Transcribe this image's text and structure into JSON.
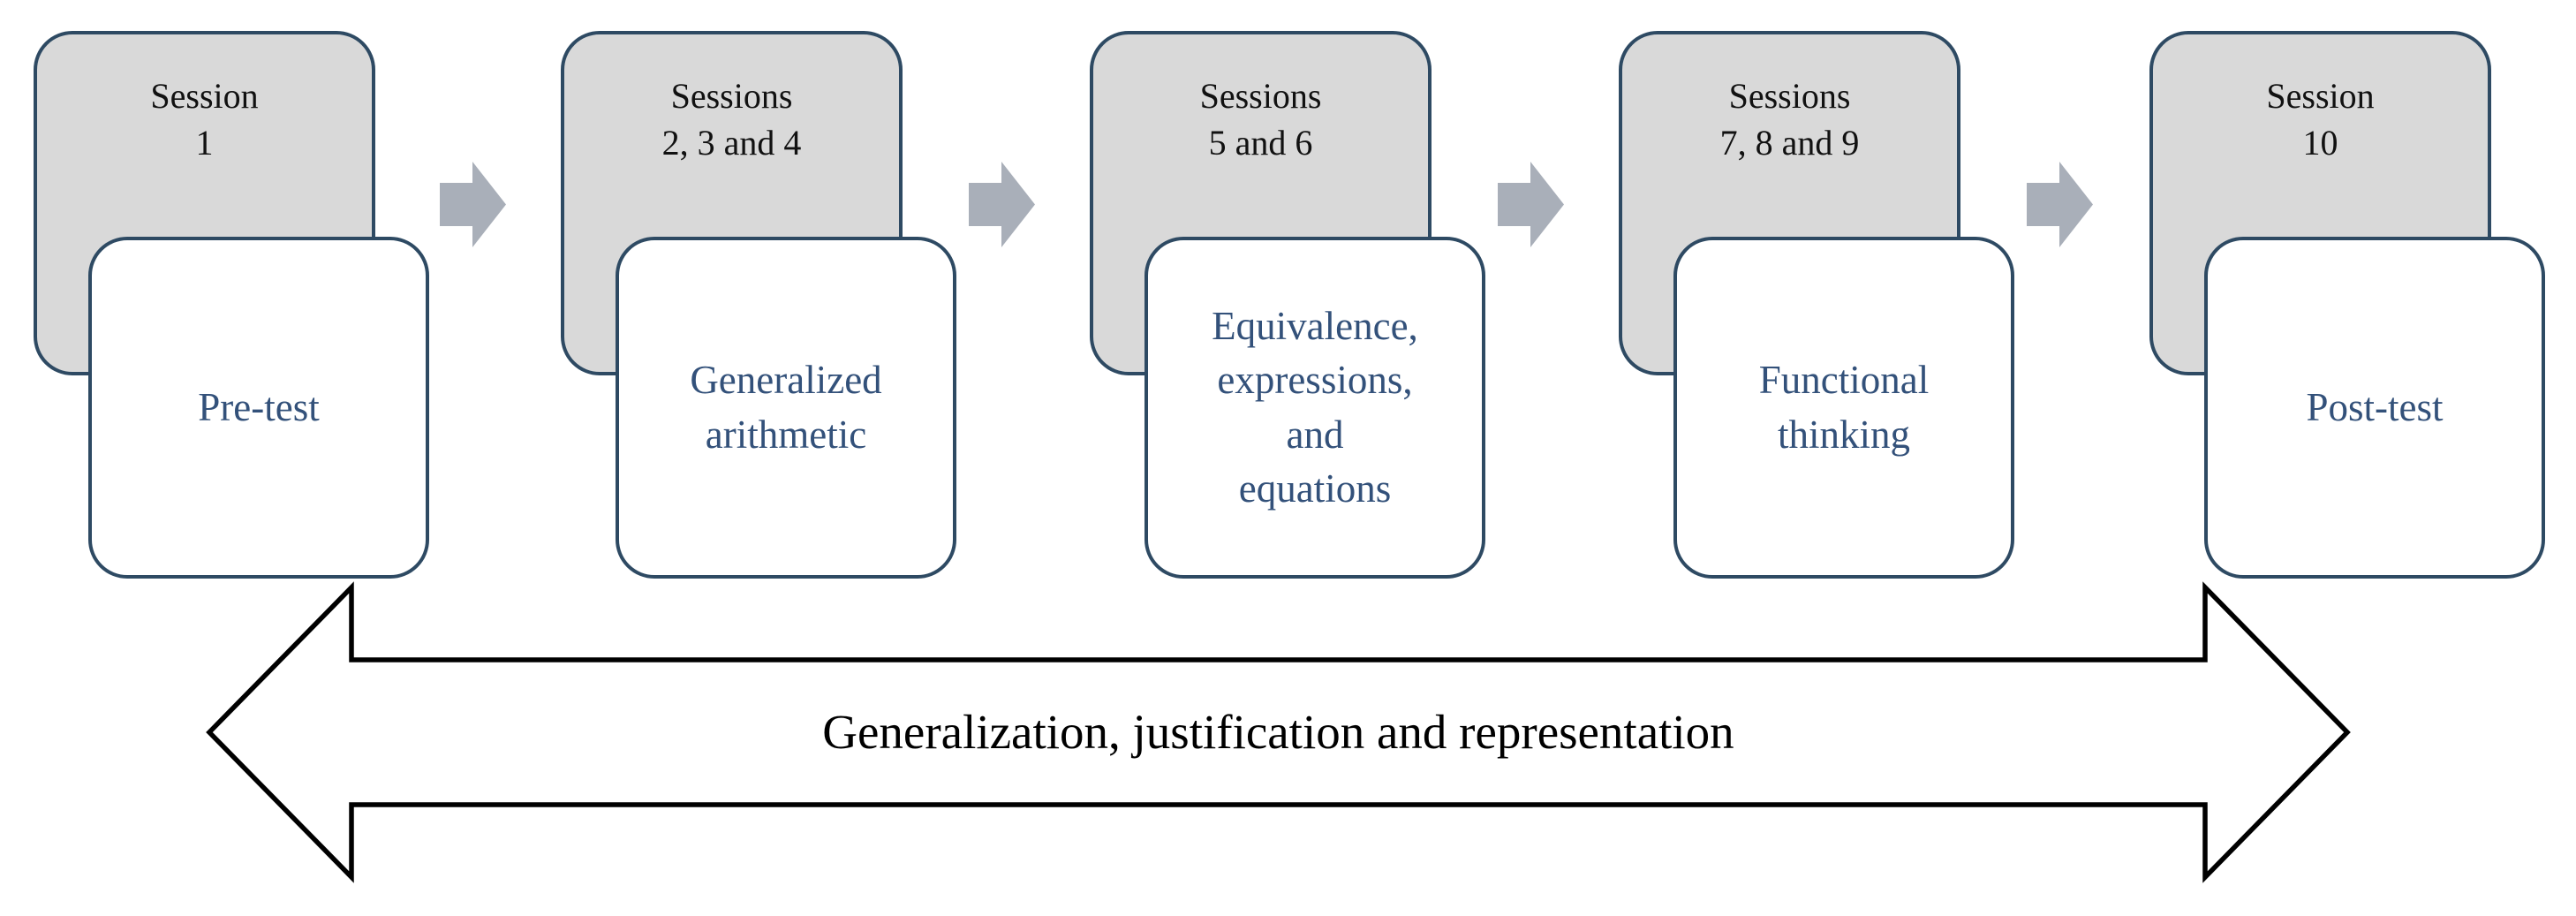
{
  "colors": {
    "card_border": "#2E4A63",
    "gray_card_fill": "#D9D9D9",
    "white_card_fill": "#FFFFFF",
    "session_text": "#111111",
    "topic_text": "#33517A",
    "mini_arrow_fill": "#A9AFB9",
    "banner_outline": "#000000"
  },
  "icons": {
    "flow_arrow": "right-block-arrow",
    "banner_shape": "double-headed-arrow"
  },
  "groups": [
    {
      "session_label": "Session\n1",
      "topic_label": "Pre-test"
    },
    {
      "session_label": "Sessions\n2, 3 and 4",
      "topic_label": "Generalized\narithmetic"
    },
    {
      "session_label": "Sessions\n5 and 6",
      "topic_label": "Equivalence,\nexpressions,\nand\nequations"
    },
    {
      "session_label": "Sessions\n7, 8 and 9",
      "topic_label": "Functional\nthinking"
    },
    {
      "session_label": "Session\n10",
      "topic_label": "Post-test"
    }
  ],
  "banner": {
    "label": "Generalization, justification and representation"
  }
}
